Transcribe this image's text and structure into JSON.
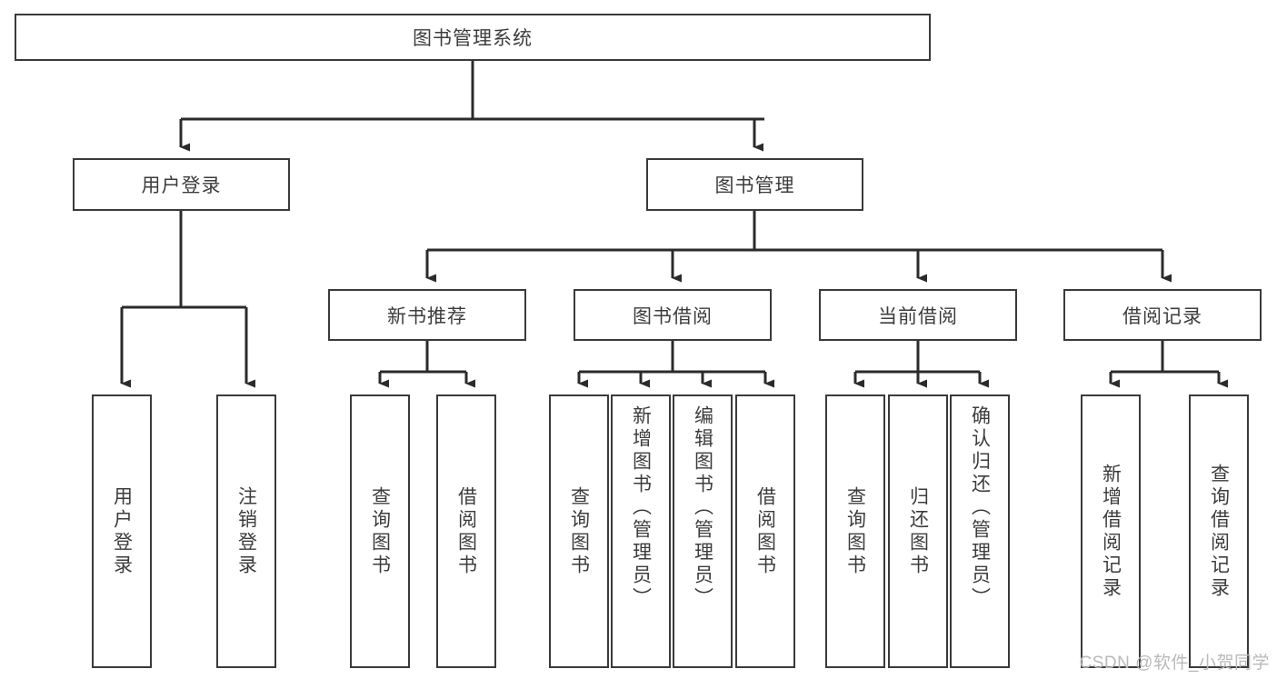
{
  "diagram": {
    "type": "tree-hierarchy",
    "title": "图书管理系统",
    "watermark": "CSDN @软件_小贺同学",
    "colors": {
      "border": "#3a3a3a",
      "text": "#3c3c3c",
      "background": "#ffffff",
      "edge": "#2b2b2b",
      "watermark": "#b9b9b9"
    },
    "nodes": {
      "root": {
        "label": "图书管理系统"
      },
      "level1": [
        {
          "id": "user-login",
          "label": "用户登录"
        },
        {
          "id": "book-manage",
          "label": "图书管理"
        }
      ],
      "level2": [
        {
          "id": "new-book-recommend",
          "label": "新书推荐"
        },
        {
          "id": "book-borrow",
          "label": "图书借阅"
        },
        {
          "id": "current-borrow",
          "label": "当前借阅"
        },
        {
          "id": "borrow-record",
          "label": "借阅记录"
        }
      ],
      "leaves": {
        "user-login": [
          {
            "id": "leaf-user-login",
            "label": "用户登录"
          },
          {
            "id": "leaf-user-logout",
            "label": "注销登录"
          }
        ],
        "new-book-recommend": [
          {
            "id": "leaf-query-book-1",
            "label": "查询图书"
          },
          {
            "id": "leaf-borrow-book-1",
            "label": "借阅图书"
          }
        ],
        "book-borrow": [
          {
            "id": "leaf-query-book-2",
            "label": "查询图书"
          },
          {
            "id": "leaf-add-book",
            "label": "新增图书（管理员）"
          },
          {
            "id": "leaf-edit-book",
            "label": "编辑图书（管理员）"
          },
          {
            "id": "leaf-borrow-book-2",
            "label": "借阅图书"
          }
        ],
        "current-borrow": [
          {
            "id": "leaf-query-book-3",
            "label": "查询图书"
          },
          {
            "id": "leaf-return-book",
            "label": "归还图书"
          },
          {
            "id": "leaf-confirm-return",
            "label": "确认归还（管理员）"
          }
        ],
        "borrow-record": [
          {
            "id": "leaf-add-record",
            "label": "新增借阅记录"
          },
          {
            "id": "leaf-query-record",
            "label": "查询借阅记录"
          }
        ]
      }
    }
  }
}
